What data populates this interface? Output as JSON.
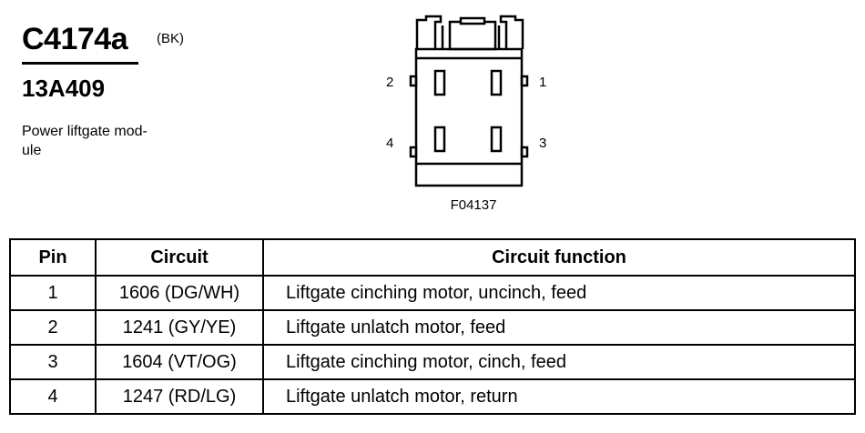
{
  "header": {
    "title": "C4174a",
    "color_code": "(BK)",
    "part_number": "13A409",
    "description": "Power liftgate mod-\nule"
  },
  "connector": {
    "pins": [
      {
        "number": "2"
      },
      {
        "number": "1"
      },
      {
        "number": "4"
      },
      {
        "number": "3"
      }
    ],
    "figure_id": "F04137"
  },
  "table": {
    "headers": [
      "Pin",
      "Circuit",
      "Circuit function"
    ],
    "rows": [
      {
        "pin": "1",
        "circuit": "1606 (DG/WH)",
        "function": "Liftgate cinching motor, uncinch, feed"
      },
      {
        "pin": "2",
        "circuit": "1241 (GY/YE)",
        "function": "Liftgate unlatch motor, feed"
      },
      {
        "pin": "3",
        "circuit": "1604 (VT/OG)",
        "function": "Liftgate cinching motor, cinch, feed"
      },
      {
        "pin": "4",
        "circuit": "1247 (RD/LG)",
        "function": "Liftgate unlatch motor, return"
      }
    ]
  }
}
